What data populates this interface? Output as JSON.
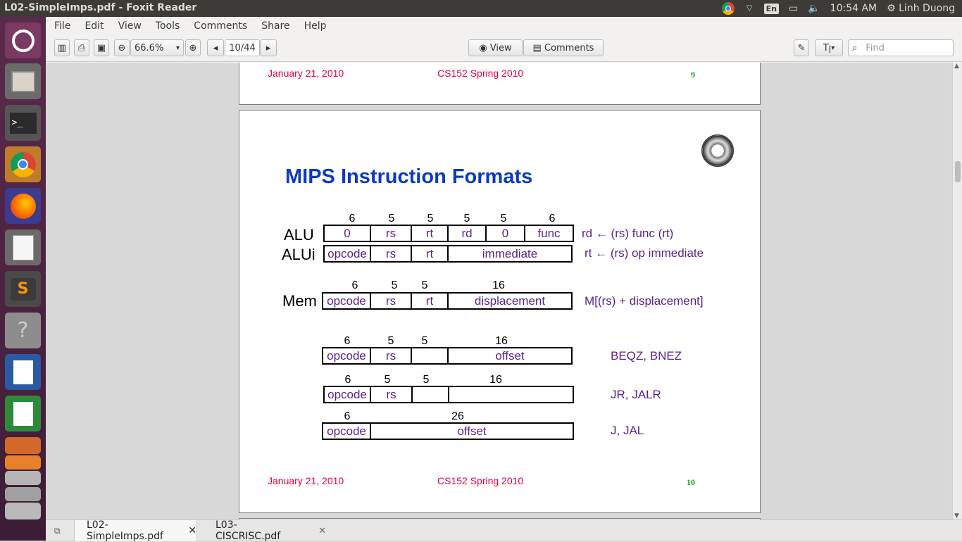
{
  "topbar": {
    "window_title": "L02-SimpleImps.pdf - Foxit Reader",
    "keyboard_layout": "En",
    "clock": "10:54 AM",
    "user": "Linh Duong"
  },
  "menu": [
    "File",
    "Edit",
    "View",
    "Tools",
    "Comments",
    "Share",
    "Help"
  ],
  "toolbar": {
    "zoom": "66.6%",
    "page_indicator": "10/44",
    "view_label": "View",
    "comments_label": "Comments",
    "find_placeholder": "Find"
  },
  "prev_page": {
    "date": "January 21, 2010",
    "course": "CS152 Spring 2010",
    "page_number": "9"
  },
  "slide": {
    "title": "MIPS Instruction Formats",
    "date": "January 21, 2010",
    "course": "CS152 Spring 2010",
    "page_number": "10",
    "formats": [
      {
        "label": "ALU",
        "bits": [
          "6",
          "5",
          "5",
          "5",
          "5",
          "6"
        ],
        "fields": [
          "0",
          "rs",
          "rt",
          "rd",
          "0",
          "func"
        ],
        "desc": "rd ← (rs) func (rt)"
      },
      {
        "label": "ALUi",
        "bits": [],
        "fields": [
          "opcode",
          "rs",
          "rt",
          "immediate"
        ],
        "desc": "rt ← (rs) op immediate"
      },
      {
        "label": "Mem",
        "bits": [
          "6",
          "5",
          "5",
          "16"
        ],
        "fields": [
          "opcode",
          "rs",
          "rt",
          "displacement"
        ],
        "desc": "M[(rs) + displacement]"
      },
      {
        "label": "",
        "bits": [
          "6",
          "5",
          "5",
          "16"
        ],
        "fields": [
          "opcode",
          "rs",
          "",
          "offset"
        ],
        "desc": "BEQZ, BNEZ"
      },
      {
        "label": "",
        "bits": [
          "6",
          "5",
          "5",
          "16"
        ],
        "fields": [
          "opcode",
          "rs",
          "",
          ""
        ],
        "desc": "JR, JALR"
      },
      {
        "label": "",
        "bits": [
          "6",
          "26"
        ],
        "fields": [
          "opcode",
          "offset"
        ],
        "desc": "J, JAL"
      }
    ]
  },
  "tabs": [
    {
      "label": "L02-SimpleImps.pdf",
      "close": "✕"
    },
    {
      "label": "L03-CISCRISC.pdf",
      "close": "✕"
    }
  ]
}
